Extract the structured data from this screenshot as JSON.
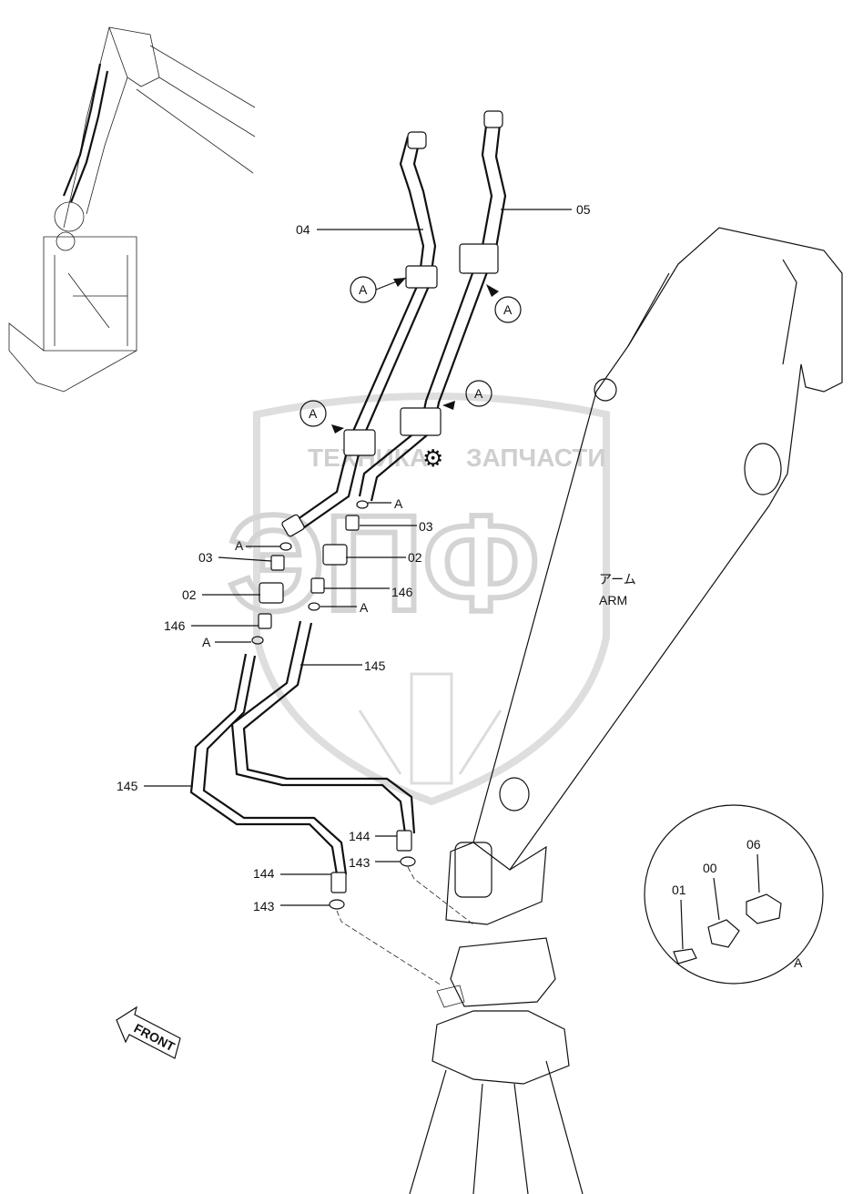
{
  "watermark": {
    "left_text": "ТЕХНИКА",
    "right_text": "ЗАПЧАСТИ",
    "monogram": "ЭПФ",
    "color": "#cfcfcf"
  },
  "labels": {
    "p04": "04",
    "p05": "05",
    "p03a": "03",
    "p03b": "03",
    "p02a": "02",
    "p02b": "02",
    "p146a": "146",
    "p146b": "146",
    "p145a": "145",
    "p145b": "145",
    "p144a": "144",
    "p144b": "144",
    "p143a": "143",
    "p143b": "143",
    "p01": "01",
    "p00": "00",
    "p06": "06",
    "detail_ref": "A",
    "a1": "A",
    "a2": "A",
    "a3": "A",
    "a4": "A",
    "a5": "A",
    "a6": "A",
    "a7": "A",
    "a8": "A",
    "a9": "A"
  },
  "callouts": {
    "c1": "A",
    "c2": "A",
    "c3": "A",
    "c4": "A"
  },
  "arm": {
    "jp": "アーム",
    "en": "ARM"
  },
  "front": "FRONT"
}
